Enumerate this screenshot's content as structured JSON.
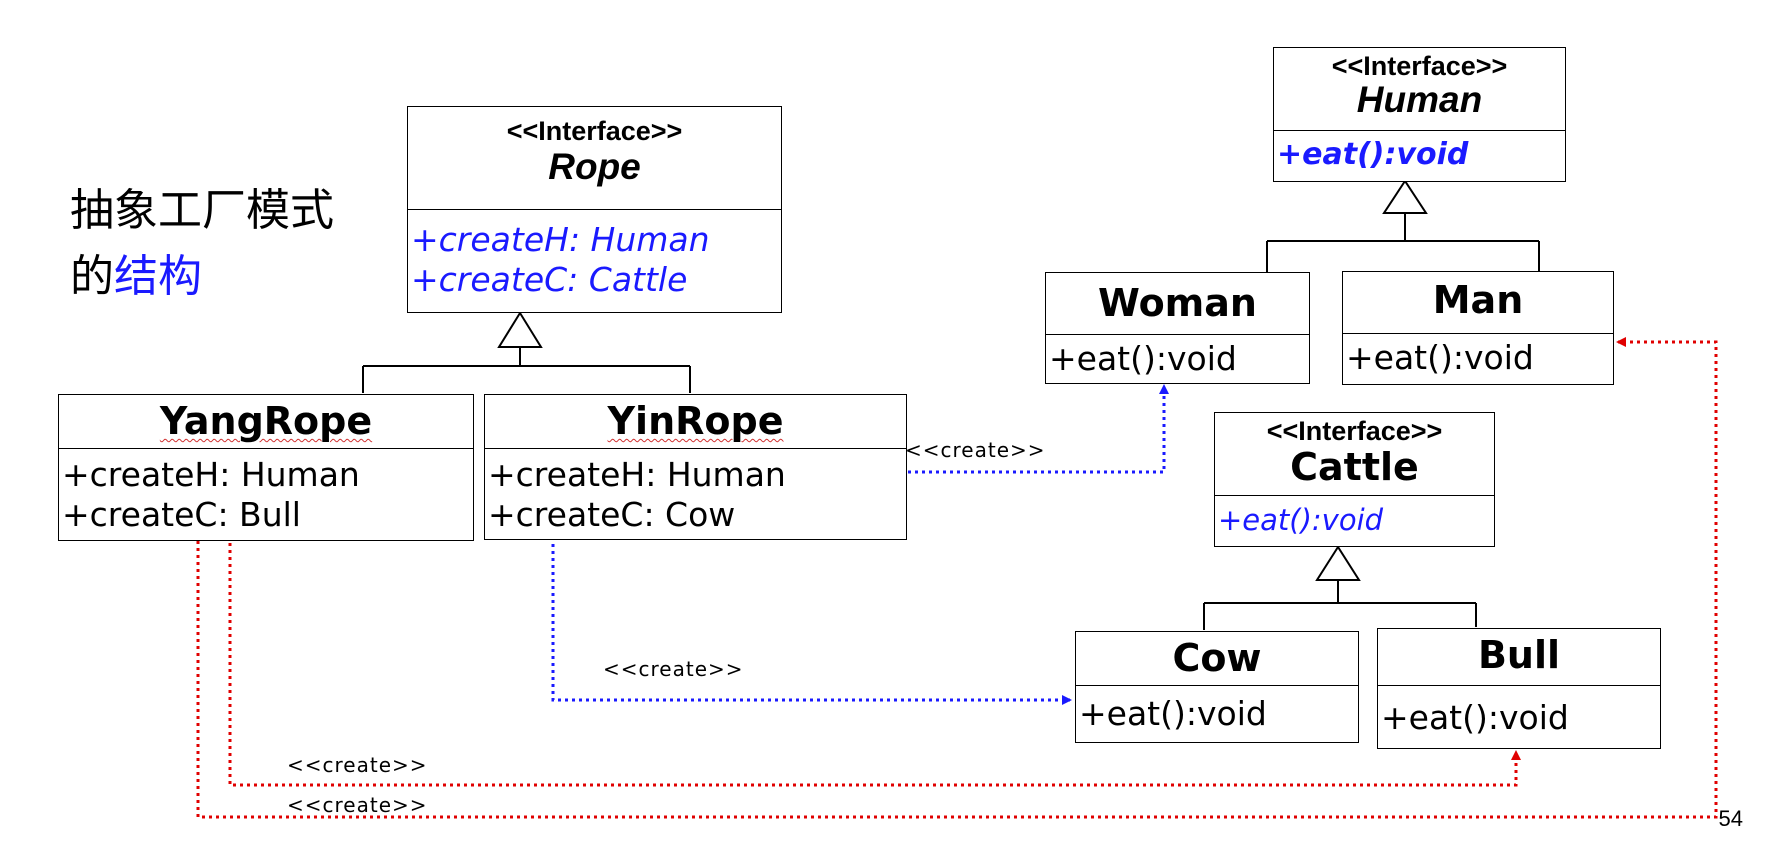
{
  "title": {
    "line1": "抽象工厂模式",
    "line2_prefix": "的",
    "line2_highlight": "结构"
  },
  "page_number": "54",
  "colors": {
    "blue": "#1a1aff",
    "red": "#e00000"
  },
  "classes": {
    "rope": {
      "stereotype": "<<Interface>>",
      "name": "Rope",
      "ops": [
        "+createH: Human",
        "+createC: Cattle"
      ]
    },
    "yangrope": {
      "name": "YangRope",
      "ops": [
        "+createH: Human",
        "+createC: Bull"
      ]
    },
    "yinrope": {
      "name": "YinRope",
      "ops": [
        "+createH: Human",
        "+createC: Cow"
      ]
    },
    "human": {
      "stereotype": "<<Interface>>",
      "name": "Human",
      "ops": [
        "+eat():void"
      ]
    },
    "woman": {
      "name": "Woman",
      "ops": [
        "+eat():void"
      ]
    },
    "man": {
      "name": "Man",
      "ops": [
        "+eat():void"
      ]
    },
    "cattle": {
      "stereotype": "<<Interface>>",
      "name": "Cattle",
      "ops": [
        "+eat():void"
      ]
    },
    "cow": {
      "name": "Cow",
      "ops": [
        "+eat():void"
      ]
    },
    "bull": {
      "name": "Bull",
      "ops": [
        "+eat():void"
      ]
    }
  },
  "relations": [
    {
      "from": "YinRope.createH",
      "to": "Woman",
      "label": "<<create>>",
      "color": "blue"
    },
    {
      "from": "YinRope.createC",
      "to": "Cow",
      "label": "<<create>>",
      "color": "blue"
    },
    {
      "from": "YangRope.createC",
      "to": "Bull",
      "label": "<<create>>",
      "color": "red"
    },
    {
      "from": "YangRope.createH",
      "to": "Man",
      "label": "<<create>>",
      "color": "red"
    }
  ]
}
